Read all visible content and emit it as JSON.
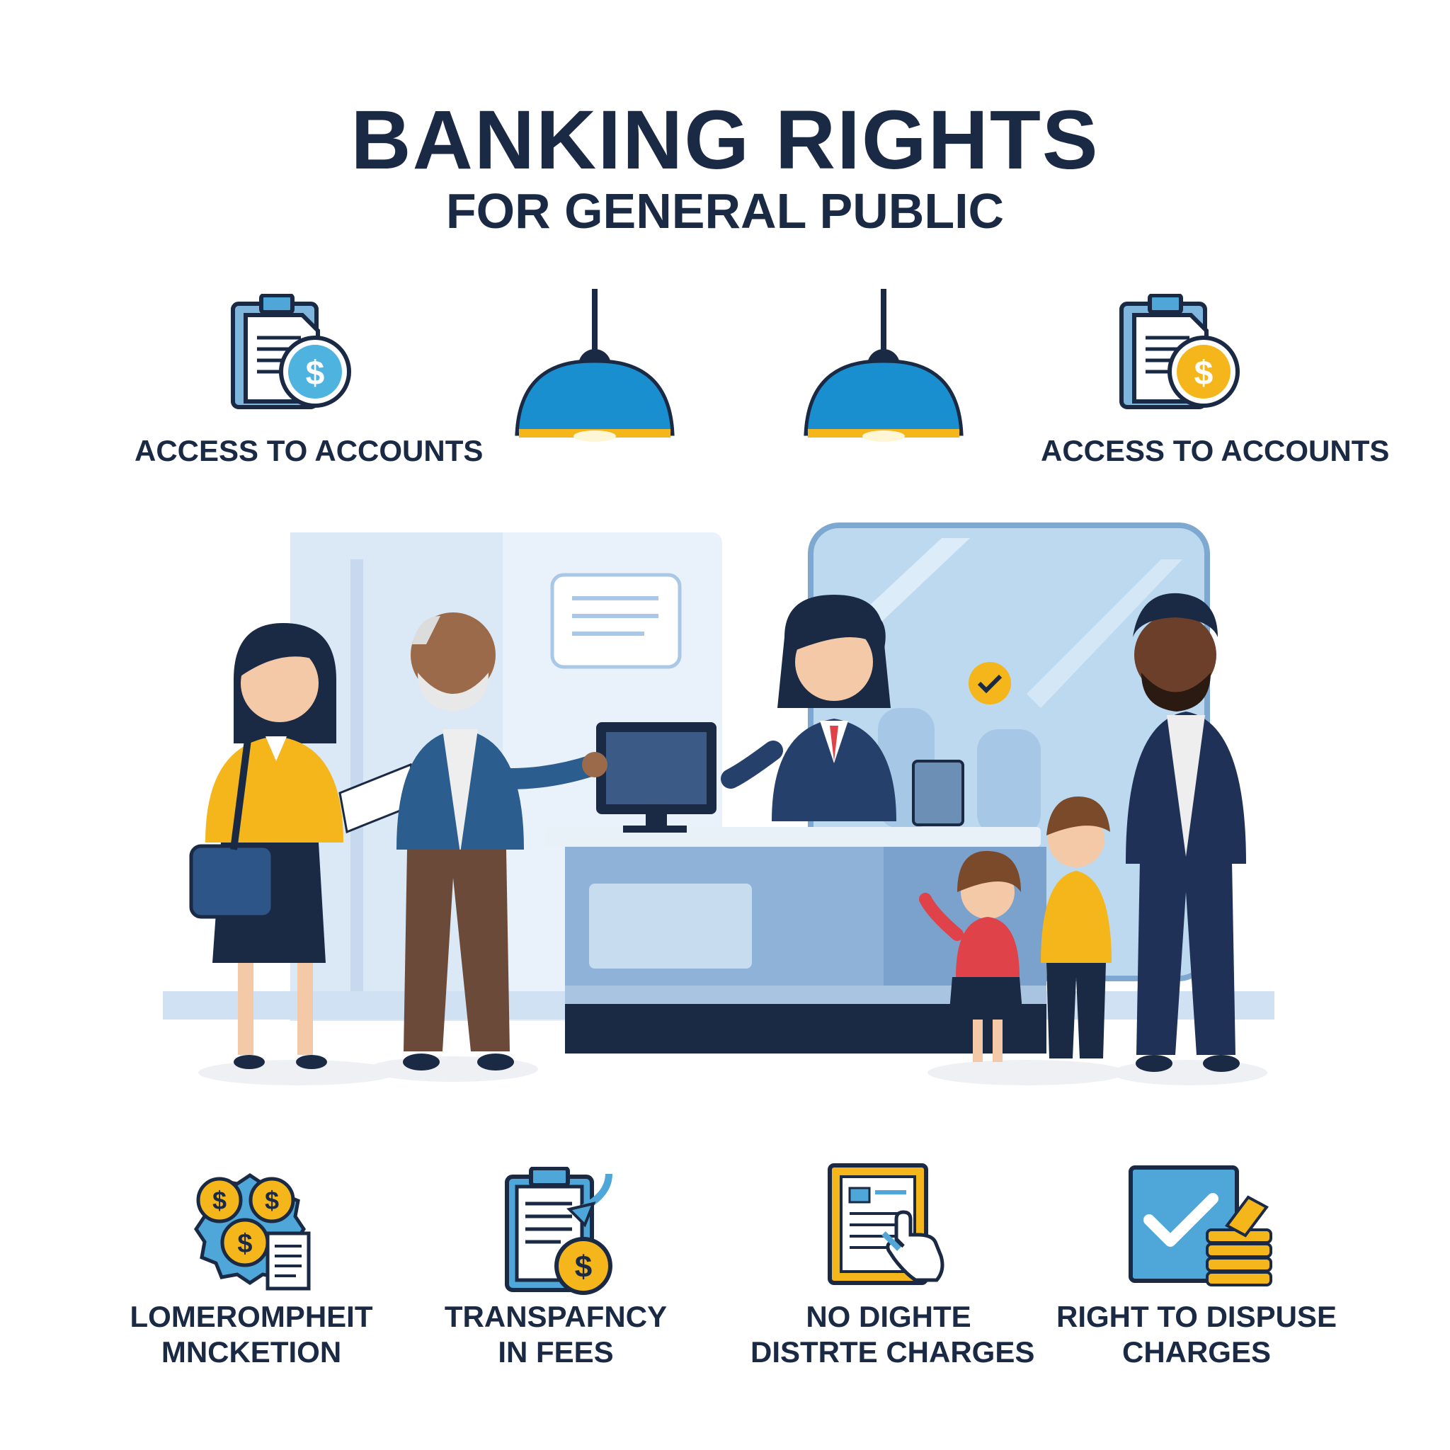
{
  "header": {
    "title": "BANKING RIGHTS",
    "subtitle": "FOR GENERAL PUBLIC"
  },
  "top_rights": [
    {
      "label": "ACCESS TO ACCOUNTS",
      "icon": "document-dollar-icon"
    },
    {
      "label": "ACCESS TO ACCOUNTS",
      "icon": "document-dollar-icon"
    }
  ],
  "bottom_rights": [
    {
      "line1": "LOMEROMPHEIT",
      "line2": "MNCKETION",
      "icon": "coins-document-icon"
    },
    {
      "line1": "TRANSPAFNCY",
      "line2": "IN FEES",
      "icon": "clipboard-dollar-icon"
    },
    {
      "line1": "NO DIGHTE",
      "line2": "DISTRTE CHARGES",
      "icon": "document-hand-icon"
    },
    {
      "line1": "RIGHT TO DISPUSE",
      "line2": "CHARGES",
      "icon": "checkbox-coins-icon"
    }
  ],
  "colors": {
    "navy": "#1b2a44",
    "blue": "#1a8fd0",
    "yellow": "#f4b61a",
    "light_blue": "#cfe3f4",
    "red": "#e0424a"
  }
}
